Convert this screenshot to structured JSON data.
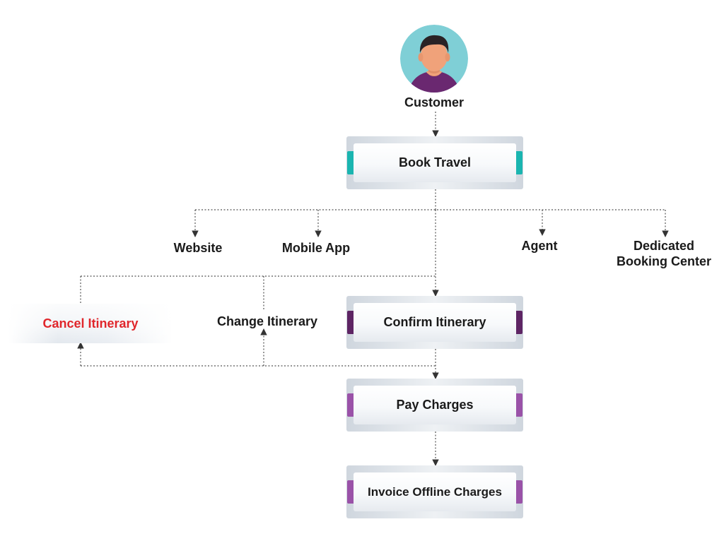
{
  "nodes": {
    "customer": {
      "label": "Customer"
    },
    "book_travel": {
      "label": "Book Travel"
    },
    "website": {
      "label": "Website"
    },
    "mobile_app": {
      "label": "Mobile App"
    },
    "agent": {
      "label": "Agent"
    },
    "dedicated_booking_center": {
      "line1": "Dedicated",
      "line2": "Booking Center"
    },
    "cancel_itinerary": {
      "label": "Cancel Itinerary"
    },
    "change_itinerary": {
      "label": "Change Itinerary"
    },
    "confirm_itinerary": {
      "label": "Confirm Itinerary"
    },
    "pay_charges": {
      "label": "Pay Charges"
    },
    "invoice_offline_charges": {
      "label": "Invoice Offline Charges"
    }
  },
  "colors": {
    "teal_accent": "#1ab5b0",
    "dark_purple_accent": "#5e2564",
    "purple_accent": "#9a52a8",
    "cancel_text": "#e0262b",
    "avatar_bg": "#7fcfd6",
    "avatar_skin": "#f0a27a",
    "avatar_hair": "#2a2326",
    "avatar_shirt": "#6a2870",
    "connector": "#444444"
  },
  "icons": {
    "customer": "person-avatar-icon",
    "arrow": "arrowhead-icon"
  }
}
